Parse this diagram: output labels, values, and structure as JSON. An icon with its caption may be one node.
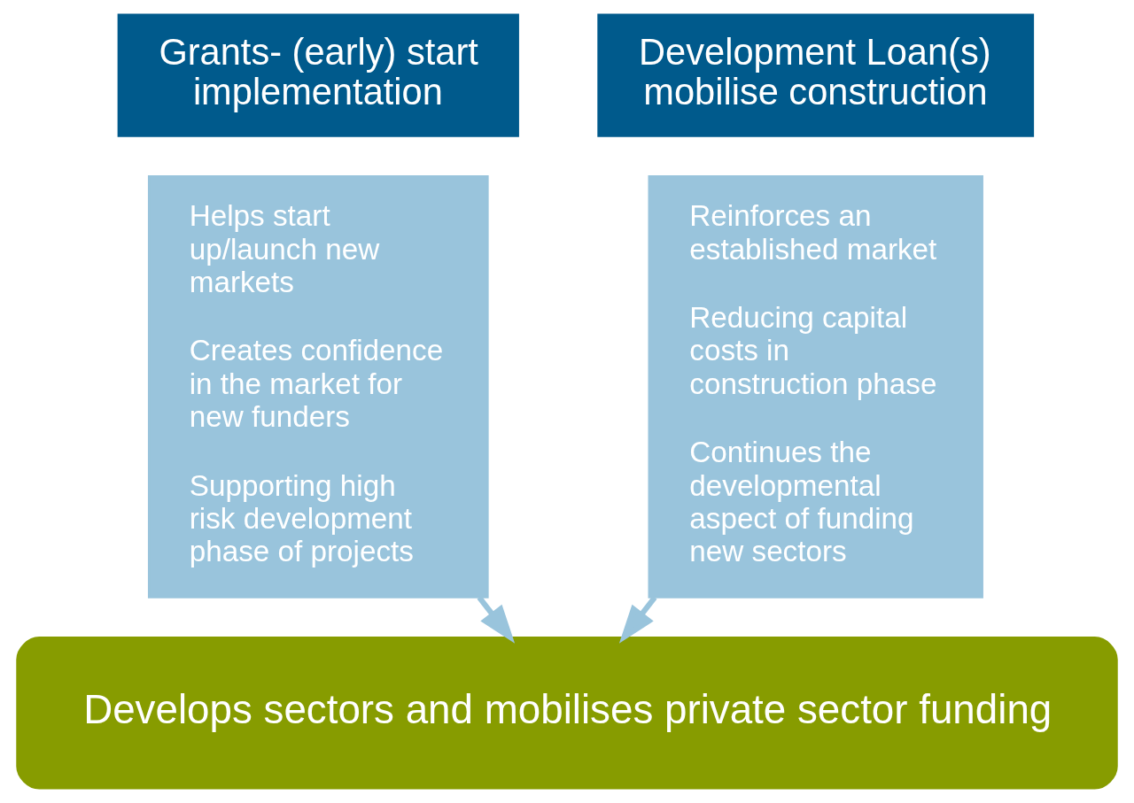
{
  "diagram": {
    "nodes": [
      {
        "text": [
          "Grants- (early) start implementation"
        ]
      },
      {
        "text": [
          "Helps start up/launch new markets",
          "Creates confidence in the market for new funders",
          "Supporting high risk development phase of projects"
        ]
      },
      {
        "text": [
          "Development Loan(s) mobilise construction"
        ]
      },
      {
        "text": [
          "Reinforces an established market",
          "Reducing capital costs in construction phase",
          "Continues the developmental aspect of funding new sectors"
        ]
      },
      {
        "text": [
          "Develops sectors and mobilises private sector funding"
        ]
      }
    ],
    "edges": [
      {
        "from": 1,
        "to": 4,
        "arrow": "to"
      },
      {
        "from": 3,
        "to": 4,
        "arrow": "to"
      }
    ]
  }
}
